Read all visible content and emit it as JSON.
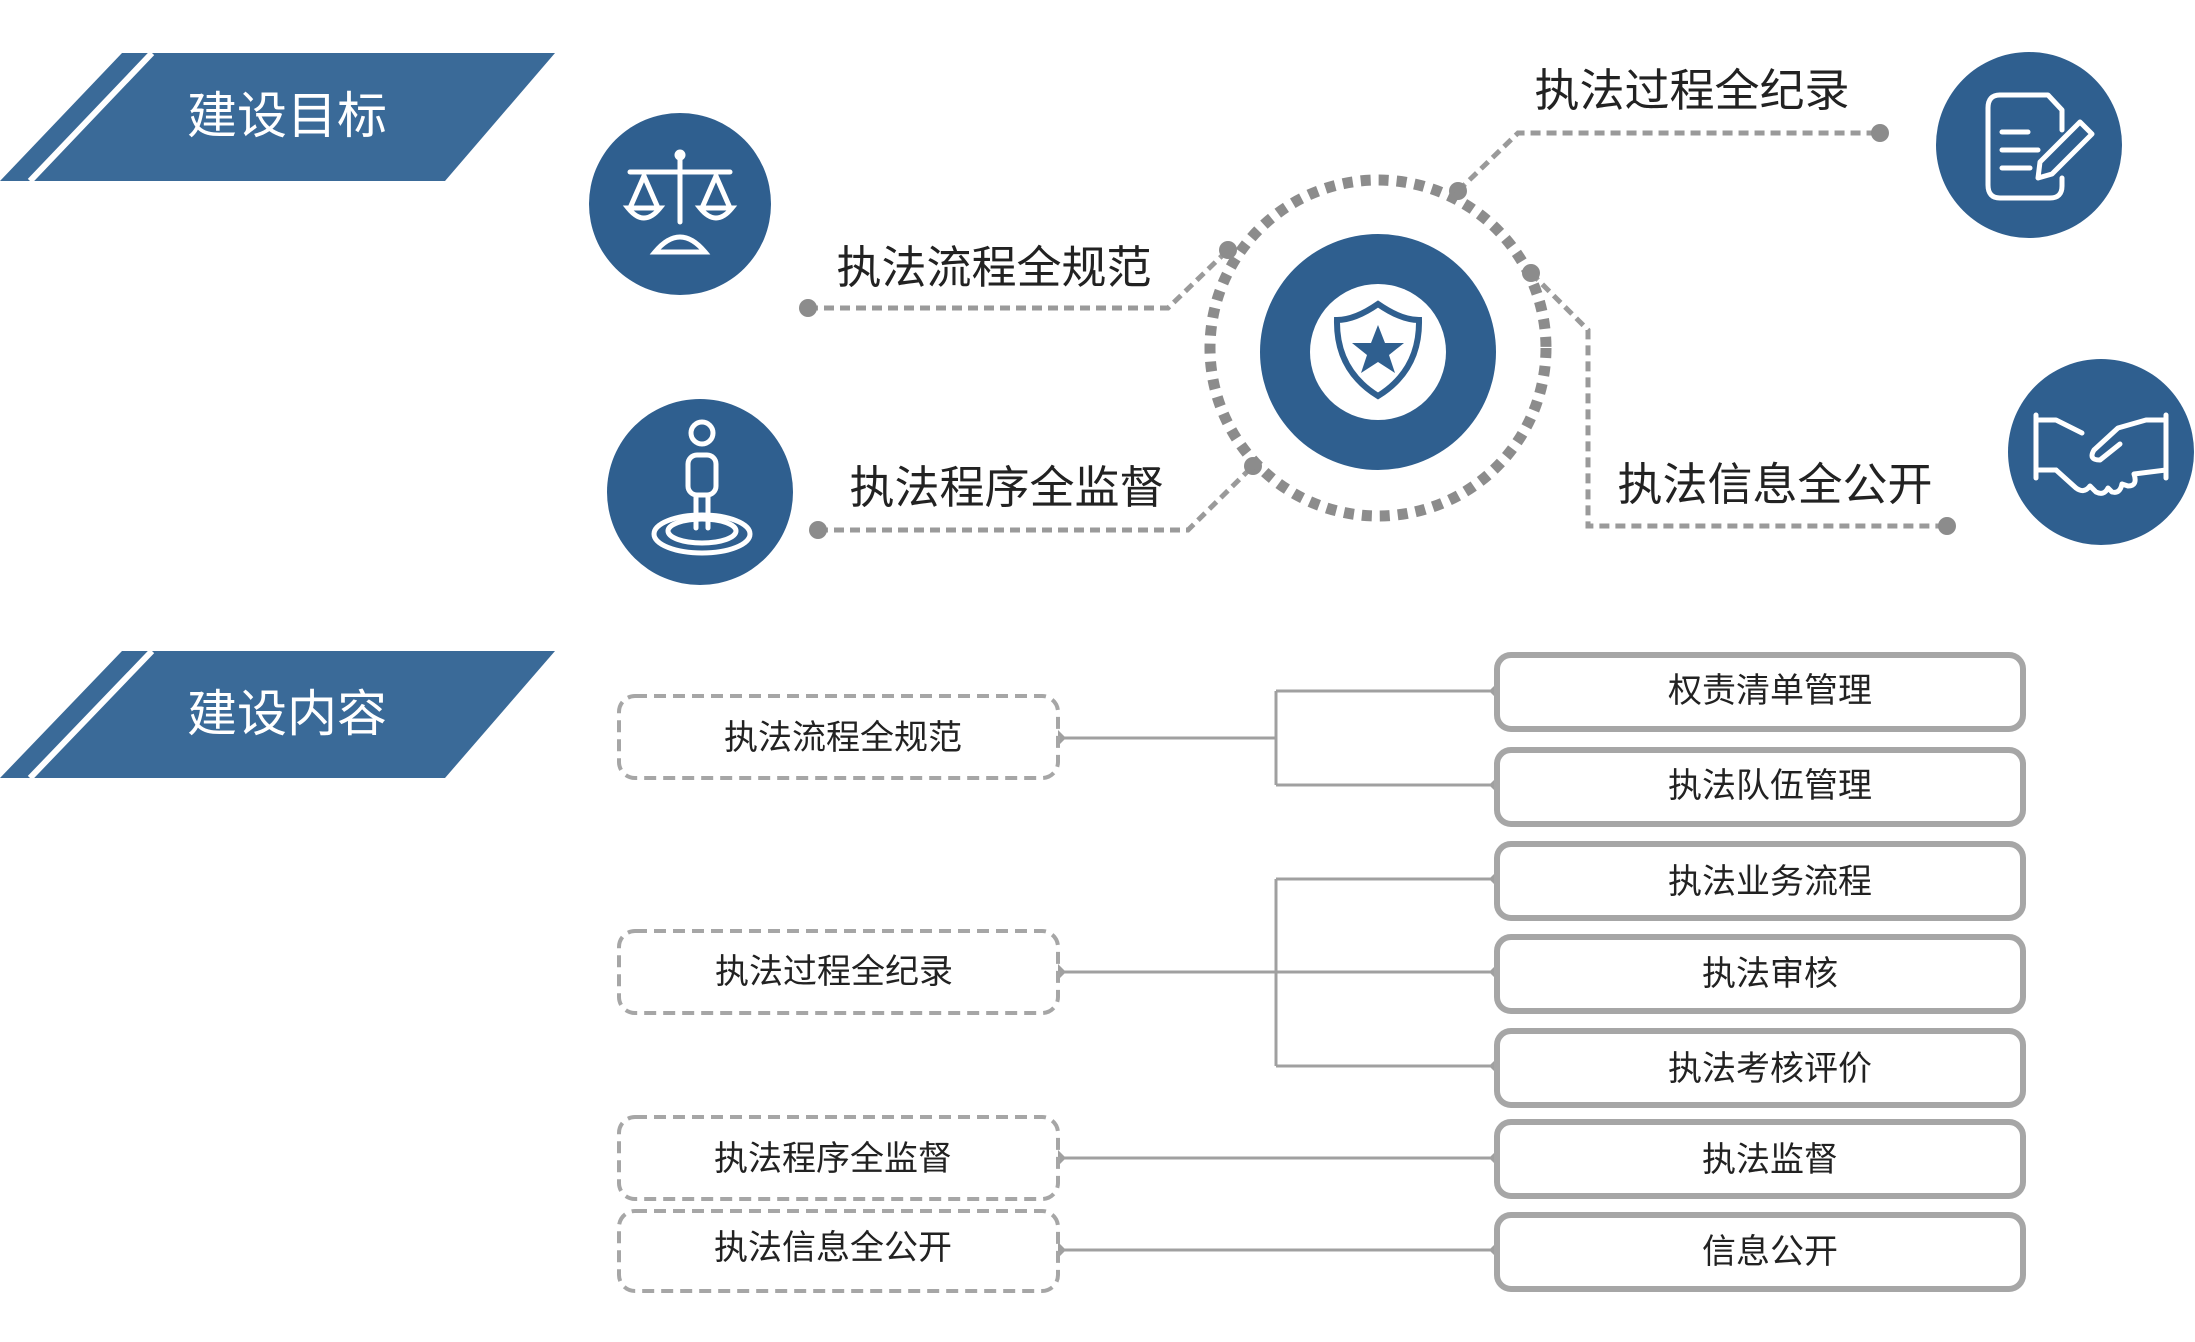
{
  "colors": {
    "primary": "#2f5f8f",
    "banner": "#3a6a98",
    "line": "#9a9a9a",
    "dot": "#8c8c8c",
    "text": "#222222",
    "box_border": "#a6a6a6"
  },
  "goals": {
    "title": "建设目标",
    "items": [
      {
        "label": "执法流程全规范",
        "icon": "scales-icon"
      },
      {
        "label": "执法程序全监督",
        "icon": "person-target-icon"
      },
      {
        "label": "执法过程全纪录",
        "icon": "document-pen-icon"
      },
      {
        "label": "执法信息全公开",
        "icon": "handshake-icon"
      }
    ],
    "center_icon": "shield-star-icon"
  },
  "content": {
    "title": "建设内容",
    "left": [
      "执法流程全规范",
      "执法过程全纪录",
      "执法程序全监督",
      "执法信息全公开"
    ],
    "right": [
      "权责清单管理",
      "执法队伍管理",
      "执法业务流程",
      "执法审核",
      "执法考核评价",
      "执法监督",
      "信息公开"
    ]
  }
}
